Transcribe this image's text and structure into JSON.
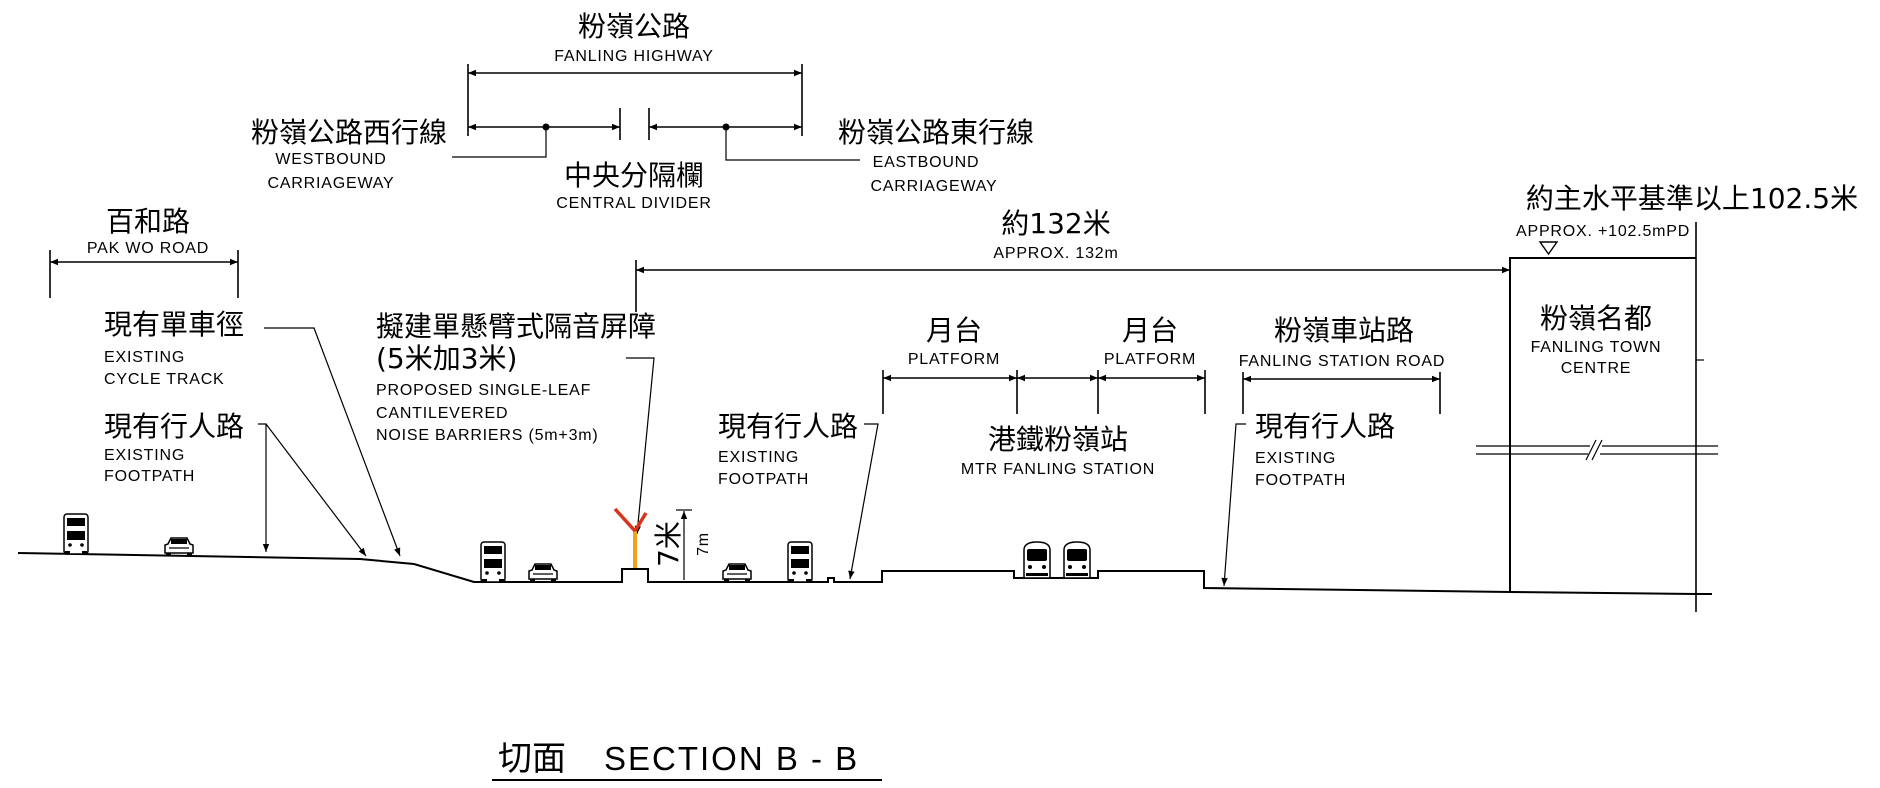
{
  "drawing": {
    "title_zh": "切面",
    "title_en": "SECTION B - B"
  },
  "labels": {
    "fanling_highway": {
      "zh": "粉嶺公路",
      "en": "FANLING HIGHWAY"
    },
    "westbound": {
      "zh": "粉嶺公路西行線",
      "en_1": "WESTBOUND",
      "en_2": "CARRIAGEWAY"
    },
    "central_divider": {
      "zh": "中央分隔欄",
      "en": "CENTRAL DIVIDER"
    },
    "eastbound": {
      "zh": "粉嶺公路東行線",
      "en_1": "EASTBOUND",
      "en_2": "CARRIAGEWAY"
    },
    "level": {
      "zh": "約主水平基準以上102.5米",
      "en": "APPROX. +102.5mPD"
    },
    "distance": {
      "zh": "約132米",
      "en": "APPROX. 132m"
    },
    "pak_wo_road": {
      "zh": "百和路",
      "en": "PAK WO ROAD"
    },
    "cycle_track": {
      "zh": "現有單車徑",
      "en_1": "EXISTING",
      "en_2": "CYCLE TRACK"
    },
    "footpath_west": {
      "zh": "現有行人路",
      "en_1": "EXISTING",
      "en_2": "FOOTPATH"
    },
    "noise_barrier": {
      "zh_1": "擬建單懸臂式隔音屏障",
      "zh_2": "(5米加3米)",
      "en_1": "PROPOSED SINGLE-LEAF",
      "en_2": "CANTILEVERED",
      "en_3": "NOISE BARRIERS (5m+3m)"
    },
    "barrier_height": {
      "zh": "7米",
      "en": "7m"
    },
    "footpath_middle": {
      "zh": "現有行人路",
      "en_1": "EXISTING",
      "en_2": "FOOTPATH"
    },
    "platform_west": {
      "zh": "月台",
      "en": "PLATFORM"
    },
    "platform_east": {
      "zh": "月台",
      "en": "PLATFORM"
    },
    "mtr_station": {
      "zh": "港鐵粉嶺站",
      "en": "MTR FANLING STATION"
    },
    "fanling_station_road": {
      "zh": "粉嶺車站路",
      "en": "FANLING STATION ROAD"
    },
    "footpath_east": {
      "zh": "現有行人路",
      "en_1": "EXISTING",
      "en_2": "FOOTPATH"
    },
    "town_centre": {
      "zh": "粉嶺名都",
      "en_1": "FANLING TOWN",
      "en_2": "CENTRE"
    }
  },
  "colors": {
    "barrier_arm": "#d8331c",
    "barrier_stem": "#f0a31e"
  }
}
